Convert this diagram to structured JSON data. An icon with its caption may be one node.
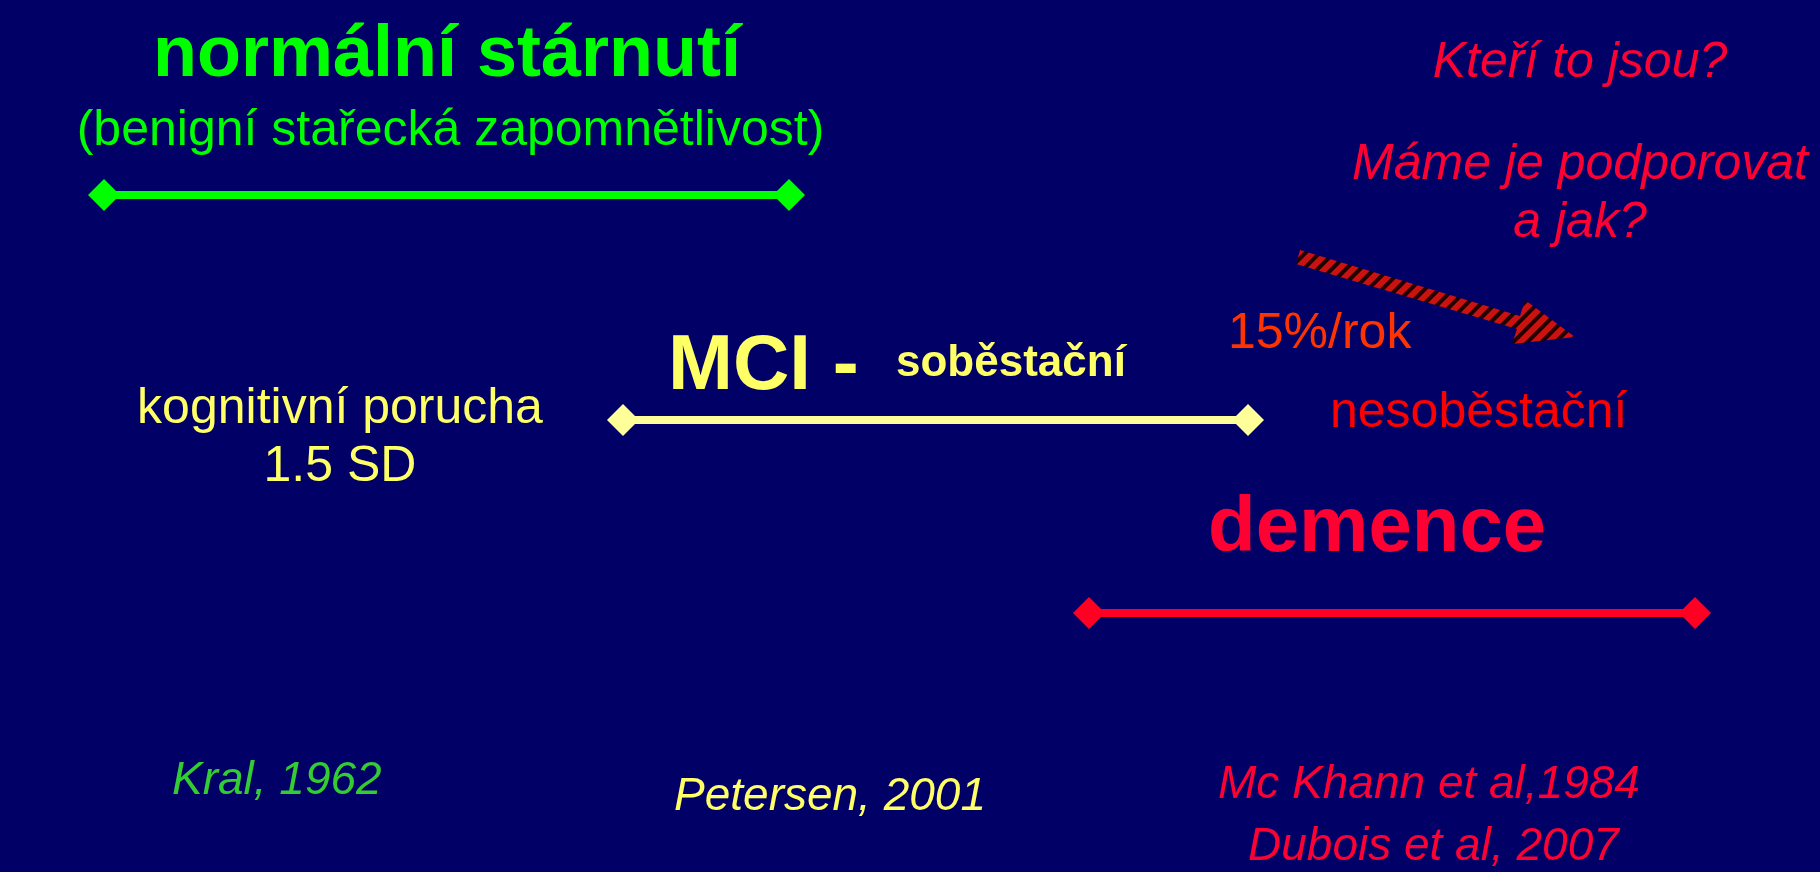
{
  "diagram": {
    "labels": [
      "normální stárnutí",
      "(benigní stařecká zapomnětlivost)",
      "Kteří to jsou?",
      "Máme je podporovat a jak?",
      "15%/rok",
      "MCI -",
      "soběstační",
      "kognitivní porucha 1.5 SD",
      "nesoběstační",
      "demence",
      "Kral, 1962",
      "Petersen, 2001",
      "Mc Khann et al,1984",
      "Dubois et al, 2007"
    ]
  }
}
